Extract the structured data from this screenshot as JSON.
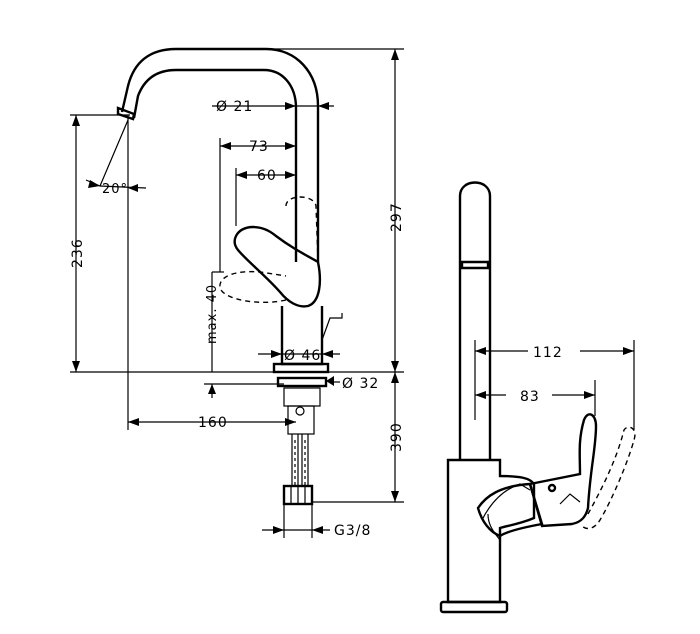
{
  "drawing": {
    "side_view": {
      "spout_diameter": "Ø 21",
      "handle_reach_73": "73",
      "handle_reach_60": "60",
      "spout_angle": "20°",
      "height_236": "236",
      "height_297": "297",
      "handle_travel": "max. 40",
      "base_diameter": "Ø 46",
      "hole_diameter": "Ø 32",
      "spout_projection": "160",
      "under_length": "390",
      "connection": "G3/8"
    },
    "front_view": {
      "handle_reach_112": "112",
      "handle_reach_83": "83"
    }
  }
}
